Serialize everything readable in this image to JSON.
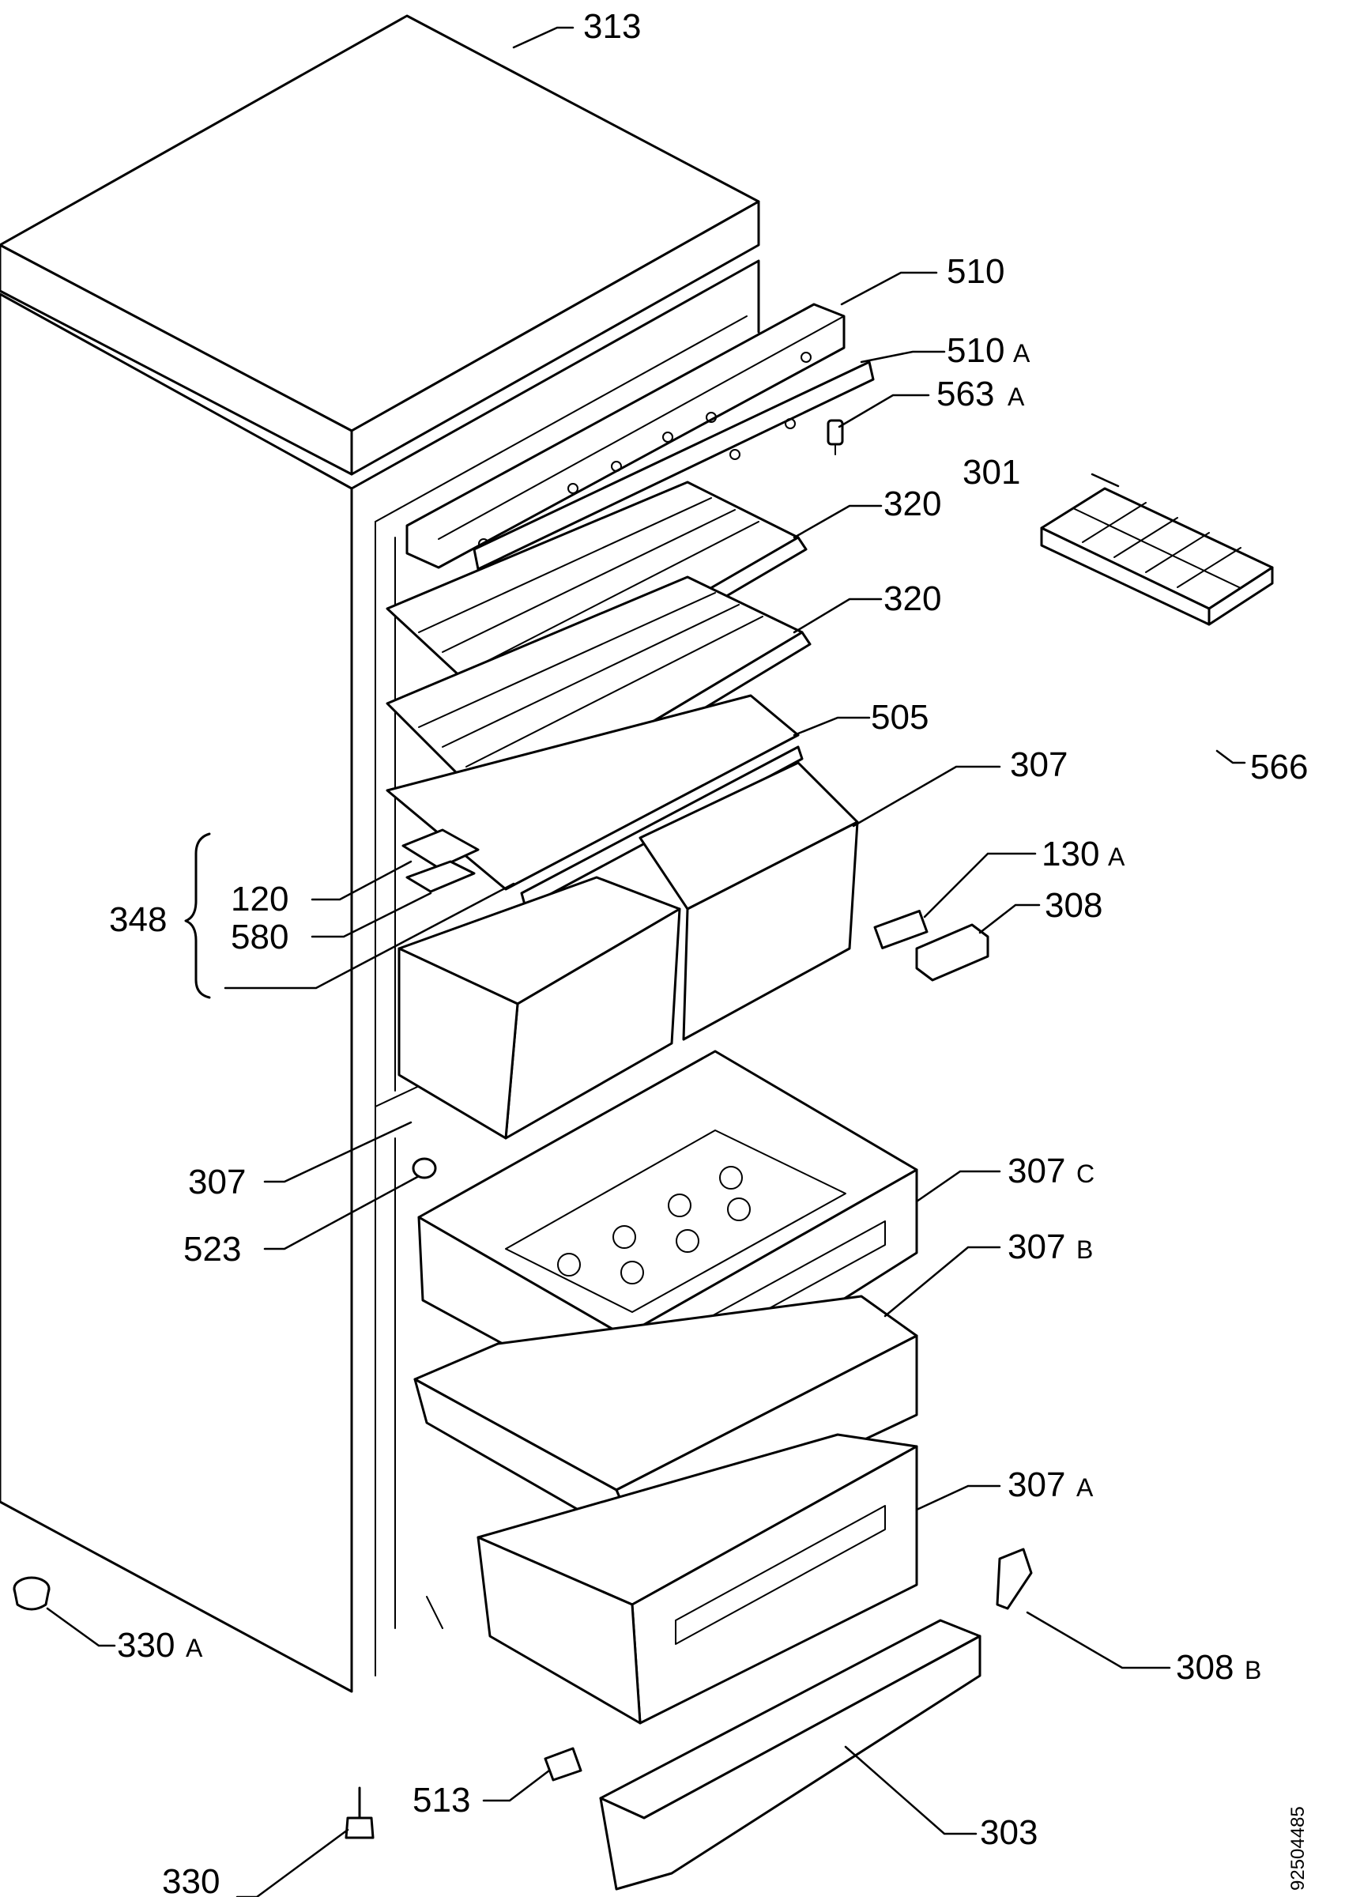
{
  "document_number": "92504485",
  "labels": {
    "p313": "313",
    "p510": "510",
    "p510a": "510",
    "p510a_suffix": "A",
    "p563a": "563",
    "p563a_suffix": "A",
    "p301": "301",
    "p320_top": "320",
    "p320_bottom": "320",
    "p505": "505",
    "p307_top": "307",
    "p566": "566",
    "p130a": "130",
    "p130a_suffix": "A",
    "p308": "308",
    "p348": "348",
    "p120": "120",
    "p580": "580",
    "p307_mid": "307",
    "p523": "523",
    "p307c": "307",
    "p307c_suffix": "C",
    "p307b": "307",
    "p307b_suffix": "B",
    "p307a": "307",
    "p307a_suffix": "A",
    "p330a": "330",
    "p330a_suffix": "A",
    "p308b": "308",
    "p308b_suffix": "B",
    "p513": "513",
    "p303": "303",
    "p330": "330"
  }
}
